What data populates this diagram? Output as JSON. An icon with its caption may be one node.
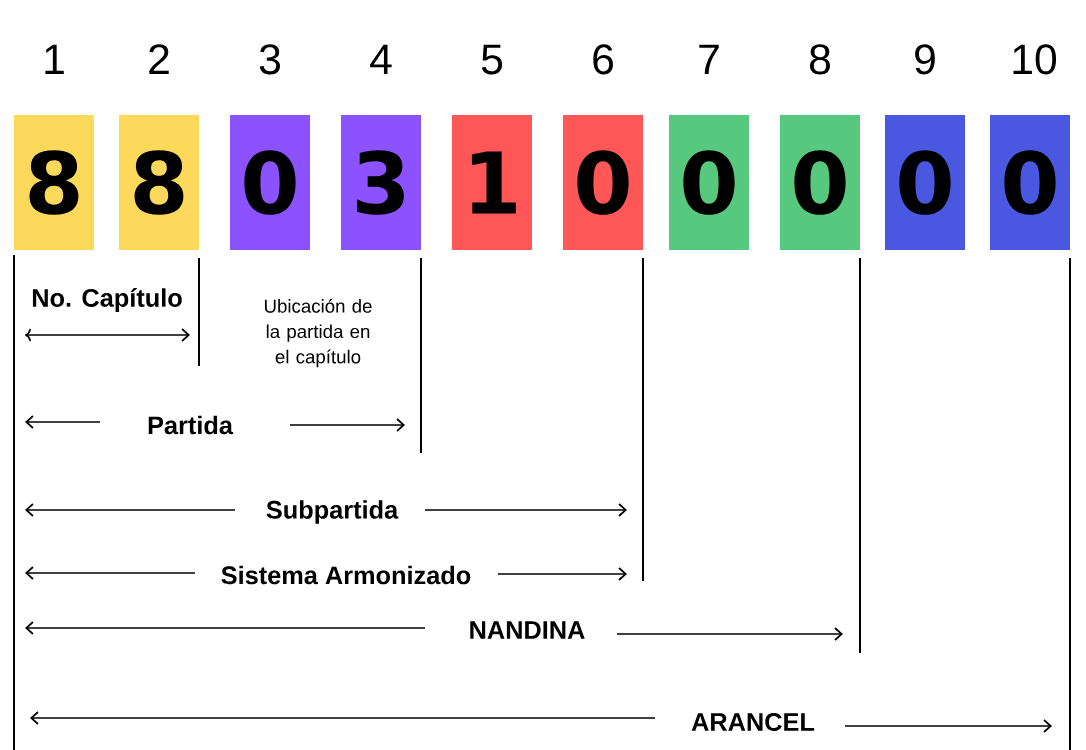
{
  "diagram": {
    "nodes": [
      {
        "text": [
          "8"
        ],
        "beside": [
          "1"
        ]
      },
      {
        "text": [
          "8"
        ],
        "beside": [
          "2"
        ]
      },
      {
        "text": [
          "0"
        ],
        "beside": [
          "3"
        ]
      },
      {
        "text": [
          "3"
        ],
        "beside": [
          "4"
        ]
      },
      {
        "text": [
          "1"
        ],
        "beside": [
          "5"
        ]
      },
      {
        "text": [
          "0"
        ],
        "beside": [
          "6"
        ]
      },
      {
        "text": [
          "0"
        ],
        "beside": [
          "7"
        ]
      },
      {
        "text": [
          "0"
        ],
        "beside": [
          "8"
        ]
      },
      {
        "text": [
          "0"
        ],
        "beside": [
          "9"
        ]
      },
      {
        "text": [
          "0"
        ],
        "beside": [
          "10"
        ]
      }
    ],
    "labels": [
      "No. Capítulo",
      "Ubicación de la partida en el capítulo",
      "Partida",
      "Subpartida",
      "Sistema Armonizado",
      "NANDINA",
      "ARANCEL"
    ]
  }
}
